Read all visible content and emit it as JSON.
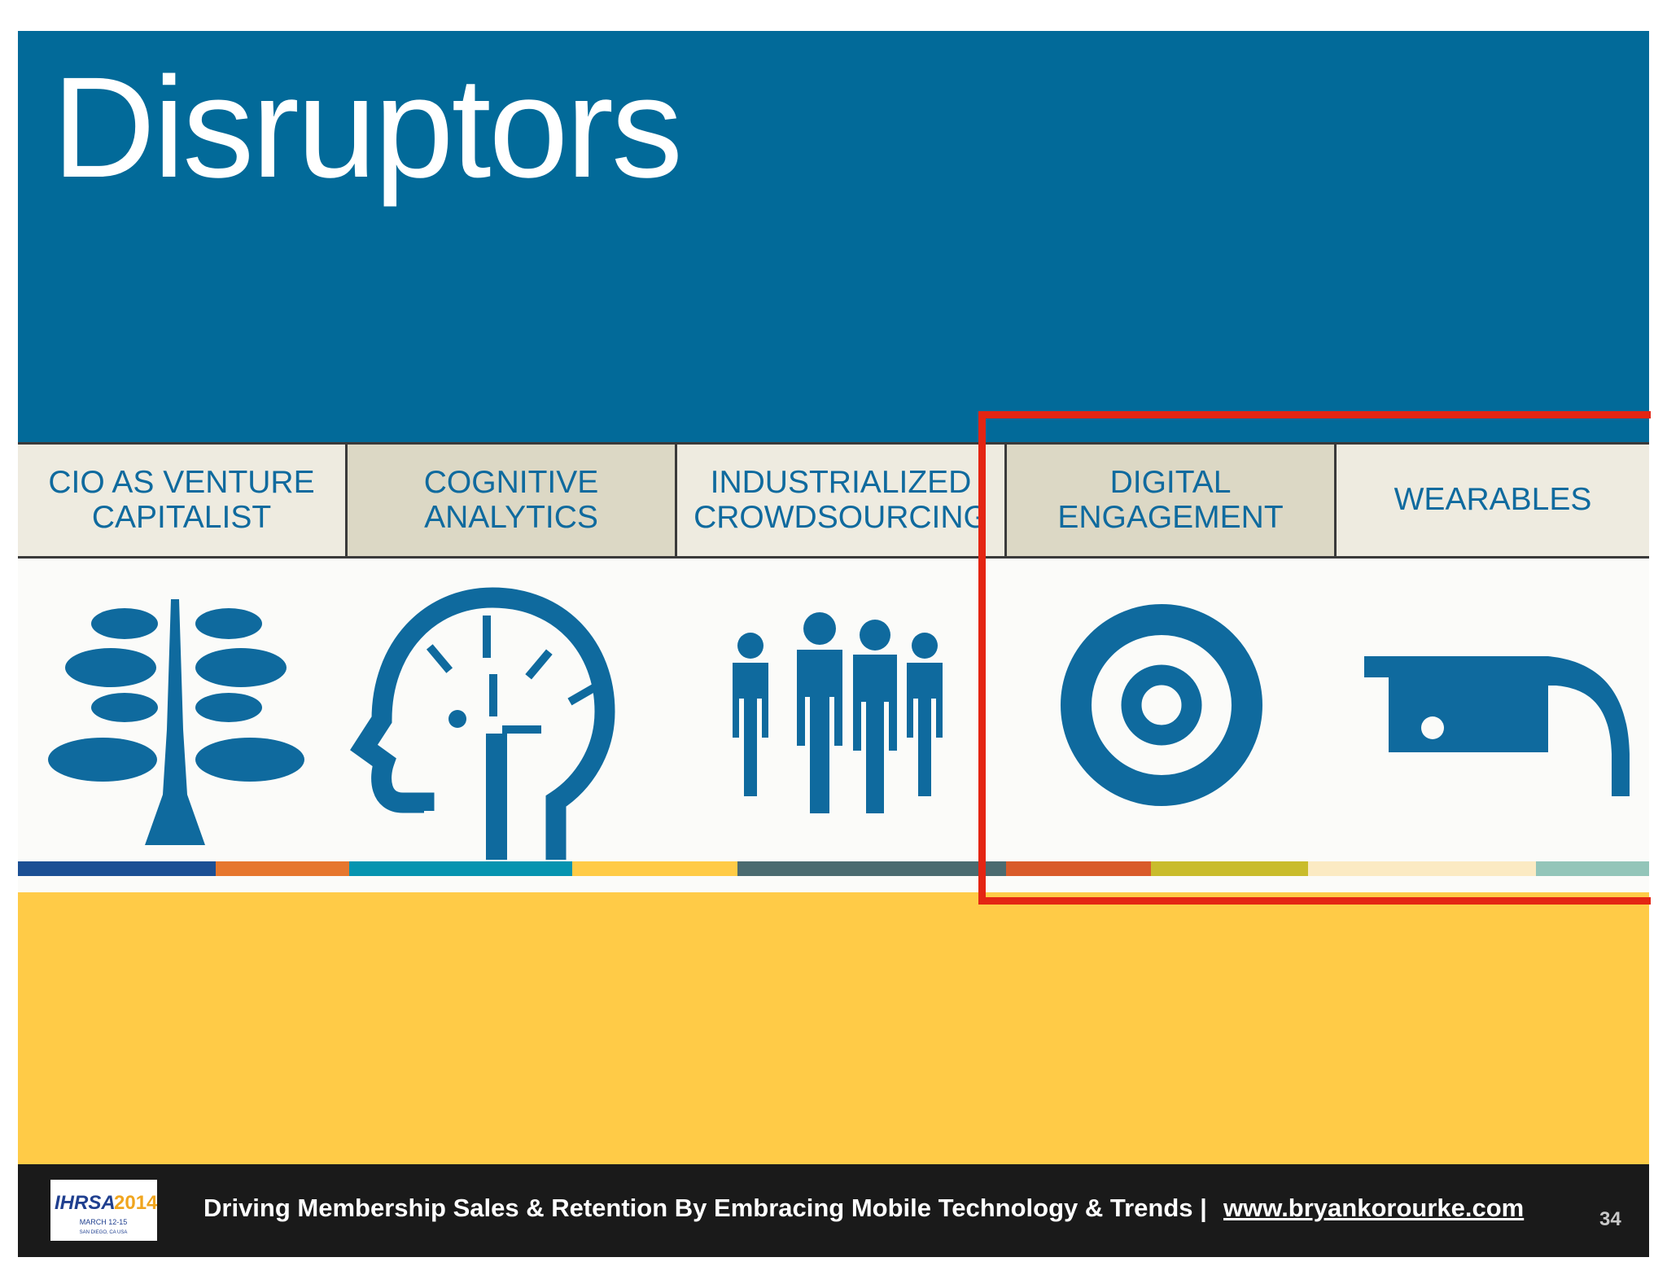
{
  "slide": {
    "title": "Disruptors",
    "categories": [
      {
        "line1": "CIO AS VENTURE",
        "line2": "CAPITALIST",
        "icon": "tree-icon"
      },
      {
        "line1": "COGNITIVE",
        "line2": "ANALYTICS",
        "icon": "head-gears-icon"
      },
      {
        "line1": "INDUSTRIALIZED",
        "line2": "CROWDSOURCING",
        "icon": "crowd-icon"
      },
      {
        "line1": "DIGITAL",
        "line2": "ENGAGEMENT",
        "icon": "target-icon"
      },
      {
        "line1": "WEARABLES",
        "line2": "",
        "icon": "wearable-band-icon"
      }
    ]
  },
  "footer": {
    "logo_text": "IHRSA2014",
    "logo_date": "MARCH 12-15",
    "logo_location": "SAN DIEGO, CA USA",
    "text": "Driving Membership Sales & Retention By Embracing Mobile Technology & Trends |",
    "link": "www.bryankorourke.com",
    "page_number": "34"
  },
  "colors": {
    "title_band": "#026a99",
    "slide_background": "#ffcb47",
    "icon_blue": "#0f6a9e",
    "highlight_box": "#e42513",
    "strip": [
      "#1b4f94",
      "#e6762e",
      "#0694b0",
      "#ffcb47",
      "#4b6b70",
      "#d95b2a",
      "#c9bc2c",
      "#fbeac3",
      "#93c5b9"
    ]
  }
}
